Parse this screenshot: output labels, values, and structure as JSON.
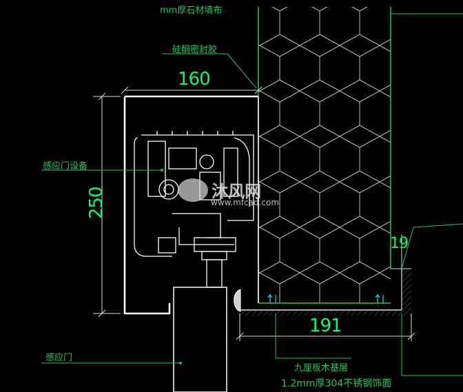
{
  "labels": {
    "top_cut": "mm厚石材墙布",
    "sealant": "硅酮密封胶",
    "device": "感应门设备",
    "door": "感应门",
    "base": "九厘板木基层",
    "finish": "1.2mm厚304不锈钢饰面"
  },
  "dimensions": {
    "width": "160",
    "height": "250",
    "bottom": "191",
    "small": "19"
  },
  "watermark": {
    "brand": "沐风网",
    "site": "www.mfcad.com"
  },
  "colors": {
    "background": "#000000",
    "linework": "#ffffff",
    "dimension": "#00ff66",
    "leader": "#22c55e",
    "hatch": "#3a3a3a",
    "grid": "#bbbbbb"
  }
}
